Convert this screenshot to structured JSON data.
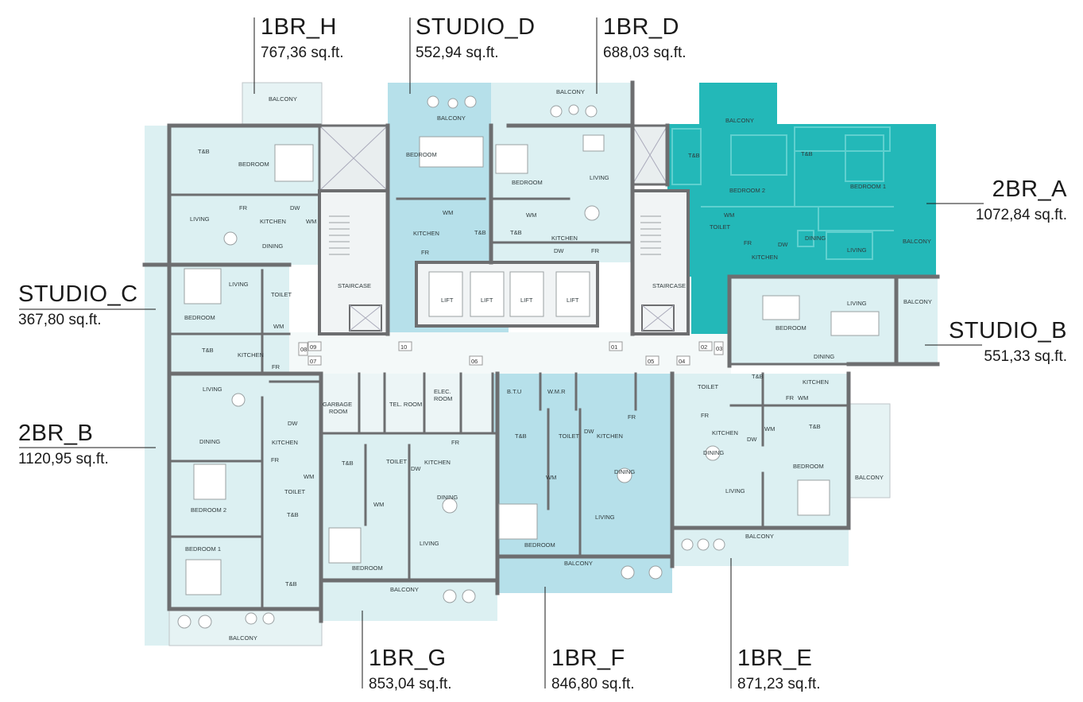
{
  "units": [
    {
      "id": "1br_h",
      "name": "1BR_H",
      "area": "767,36 sq.ft."
    },
    {
      "id": "studio_d",
      "name": "STUDIO_D",
      "area": "552,94 sq.ft."
    },
    {
      "id": "1br_d",
      "name": "1BR_D",
      "area": "688,03 sq.ft."
    },
    {
      "id": "2br_a",
      "name": "2BR_A",
      "area": "1072,84 sq.ft."
    },
    {
      "id": "studio_c",
      "name": "STUDIO_C",
      "area": "367,80 sq.ft."
    },
    {
      "id": "studio_b",
      "name": "STUDIO_B",
      "area": "551,33 sq.ft."
    },
    {
      "id": "2br_b",
      "name": "2BR_B",
      "area": "1120,95 sq.ft."
    },
    {
      "id": "1br_g",
      "name": "1BR_G",
      "area": "853,04 sq.ft."
    },
    {
      "id": "1br_f",
      "name": "1BR_F",
      "area": "846,80 sq.ft."
    },
    {
      "id": "1br_e",
      "name": "1BR_E",
      "area": "871,23 sq.ft."
    }
  ],
  "rooms": {
    "balcony": "BALCONY",
    "bedroom": "BEDROOM",
    "bedroom_1": "BEDROOM 1",
    "bedroom_2": "BEDROOM 2",
    "living": "LIVING",
    "kitchen": "KITCHEN",
    "dining": "DINING",
    "toilet": "TOILET",
    "tb": "T&B",
    "fr": "FR",
    "dw": "DW",
    "wm": "WM",
    "staircase": "STAIRCASE",
    "lift": "LIFT",
    "garbage_1": "GARBAGE",
    "garbage_2": "ROOM",
    "tel_room": "TEL. ROOM",
    "elec_1": "ELEC.",
    "elec_2": "ROOM",
    "btu": "B.T.U",
    "wmr": "W.M.R"
  },
  "doors": [
    "01",
    "02",
    "03",
    "04",
    "05",
    "06",
    "07",
    "08",
    "09",
    "10"
  ],
  "colors": {
    "unit_fill": "#dcf0f2",
    "highlight_fill": "#23b8b8",
    "studio_fill": "#b6e0ea",
    "wall": "#6d6e70",
    "outline": "#bfc6c8"
  }
}
